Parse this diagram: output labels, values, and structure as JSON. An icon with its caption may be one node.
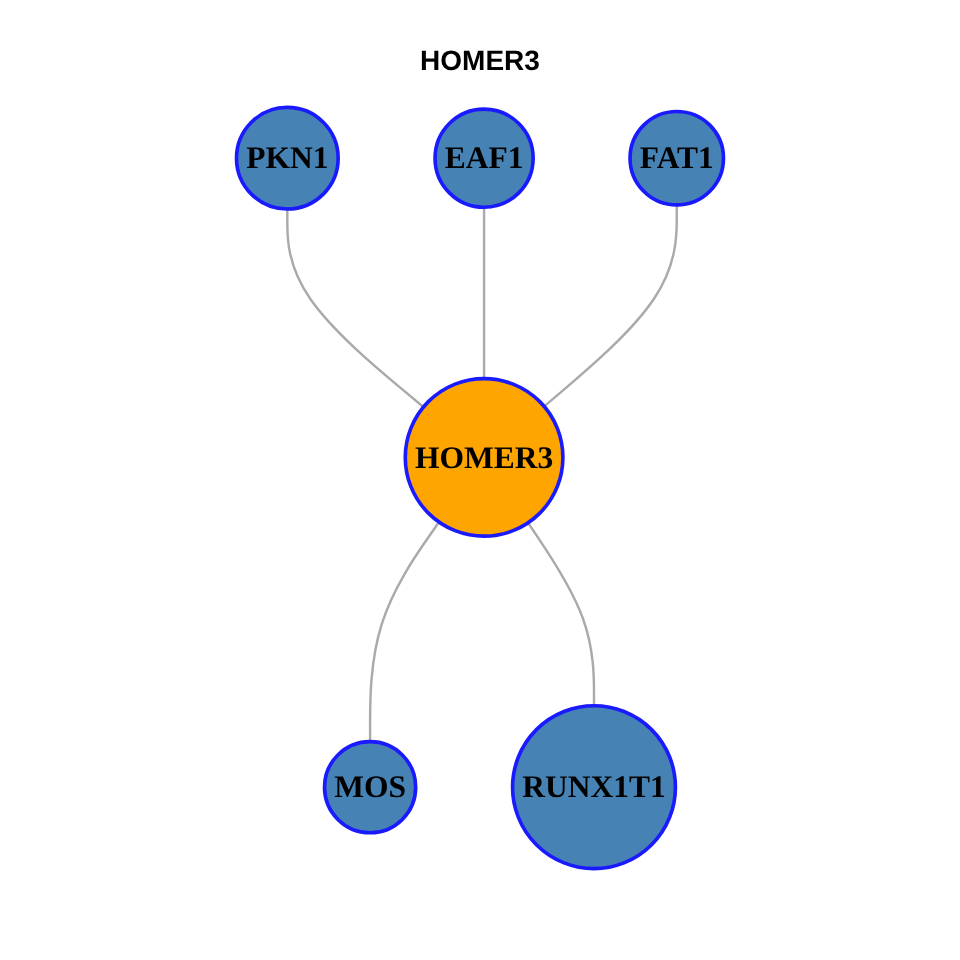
{
  "diagram": {
    "title": "HOMER3",
    "nodes": [
      {
        "text": [
          "PKN1"
        ]
      },
      {
        "text": [
          "EAF1"
        ]
      },
      {
        "text": [
          "FAT1"
        ]
      },
      {
        "text": [
          "HOMER3"
        ]
      },
      {
        "text": [
          "MOS"
        ]
      },
      {
        "text": [
          "RUNX1T1"
        ]
      }
    ],
    "edges": [
      {
        "from": 0,
        "to": 3,
        "arrow": "none"
      },
      {
        "from": 1,
        "to": 3,
        "arrow": "none"
      },
      {
        "from": 2,
        "to": 3,
        "arrow": "none"
      },
      {
        "from": 3,
        "to": 4,
        "arrow": "none"
      },
      {
        "from": 3,
        "to": 5,
        "arrow": "none"
      }
    ]
  }
}
